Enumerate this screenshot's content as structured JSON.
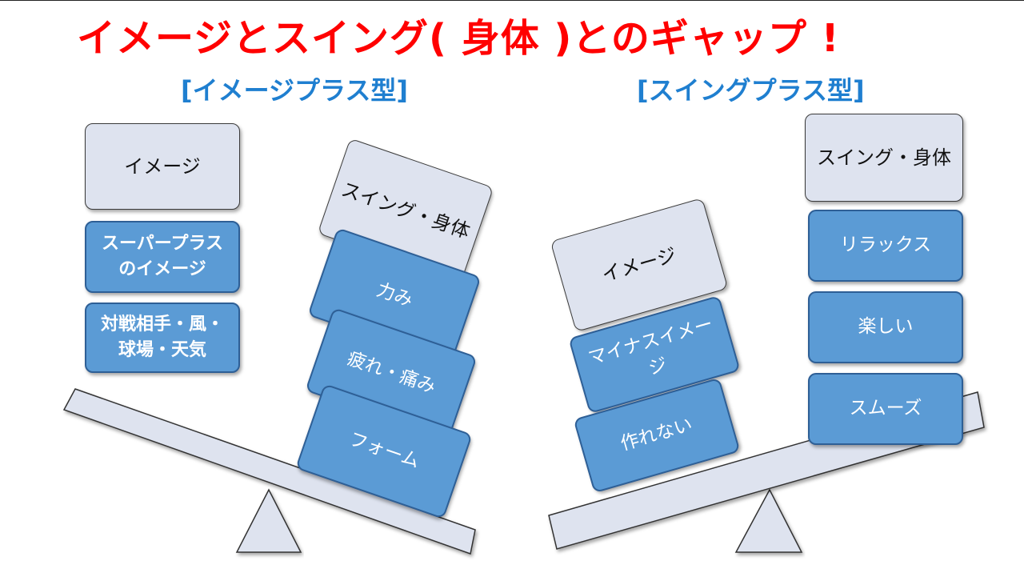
{
  "title": "イメージとスイング( 身体 )とのギャップ !",
  "left": {
    "heading": "[イメージプラス型]",
    "image_box": "イメージ",
    "image_items": [
      "スーパープラスのイメージ",
      "対戦相手・風・球場・天気"
    ],
    "swing_box": "スイング・身体",
    "swing_items": [
      "力み",
      "疲れ・痛み",
      "フォーム"
    ]
  },
  "right": {
    "heading": "[スイングプラス型]",
    "image_box": "イメージ",
    "image_items": [
      "マイナスイメージ",
      "作れない"
    ],
    "swing_box": "スイング・身体",
    "swing_items": [
      "リラックス",
      "楽しい",
      "スムーズ"
    ]
  },
  "colors": {
    "title": "#ff0000",
    "heading": "#1f7fd0",
    "box_light": "#dee3ef",
    "box_blue": "#5b9bd5",
    "board": "#dee3ef"
  }
}
